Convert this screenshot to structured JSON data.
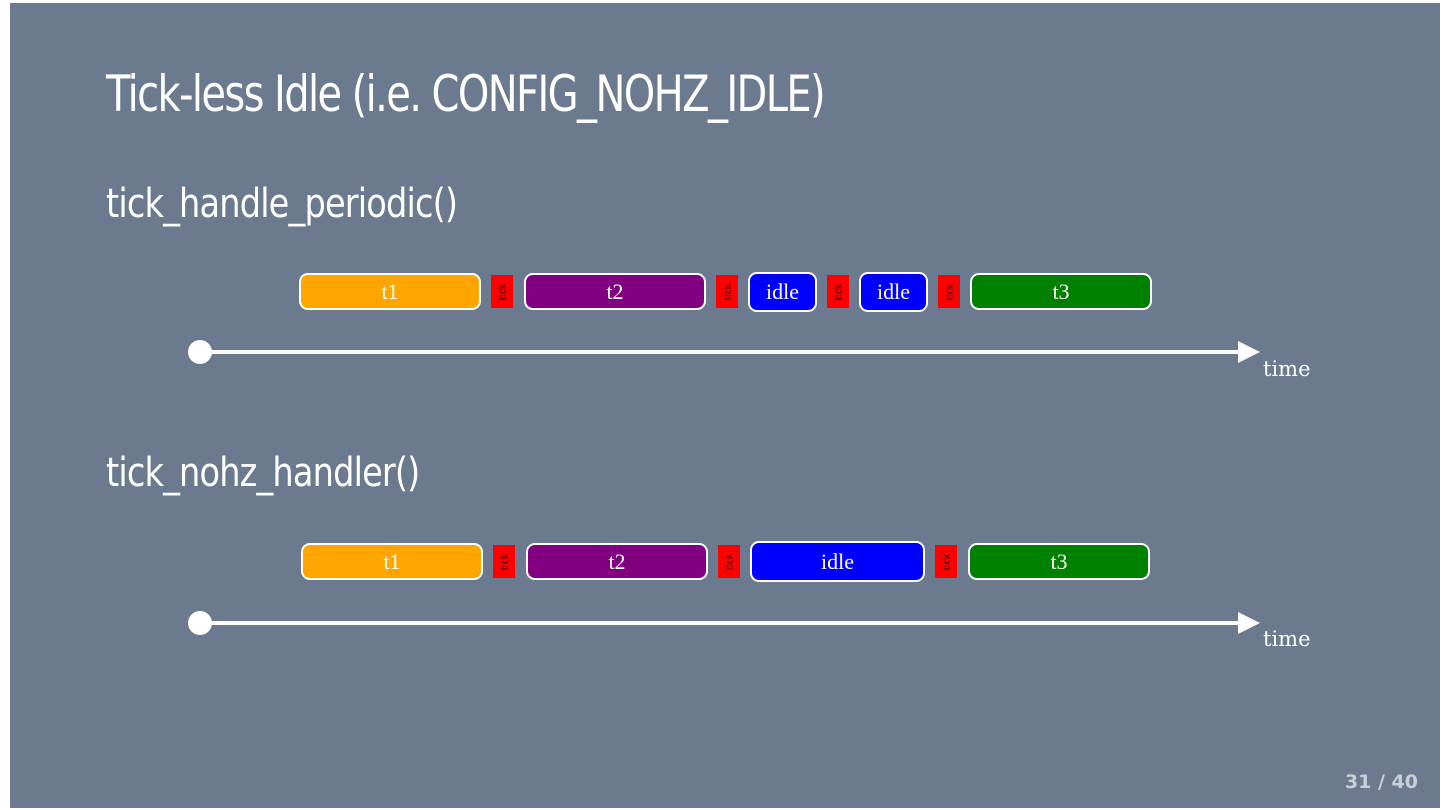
{
  "title": "Tick-less Idle (i.e. CONFIG_NOHZ_IDLE)",
  "section1": {
    "heading": "tick_handle_periodic()",
    "t1": "t1",
    "tick1": "tick",
    "t2": "t2",
    "tick2": "tick",
    "idle1": "idle",
    "tick3": "tick",
    "idle2": "idle",
    "tick4": "tick",
    "t3": "t3",
    "time": "time"
  },
  "section2": {
    "heading": "tick_nohz_handler()",
    "t1": "t1",
    "tick1": "tick",
    "t2": "t2",
    "tick2": "tick",
    "idle": "idle",
    "tick3": "tick",
    "t3": "t3",
    "time": "time"
  },
  "colors": {
    "background": "#6b7a8f",
    "t1": "#ffa500",
    "t2": "#800080",
    "idle": "#0000ff",
    "t3": "#008000",
    "tick": "#ff0000"
  },
  "page": "31 / 40"
}
